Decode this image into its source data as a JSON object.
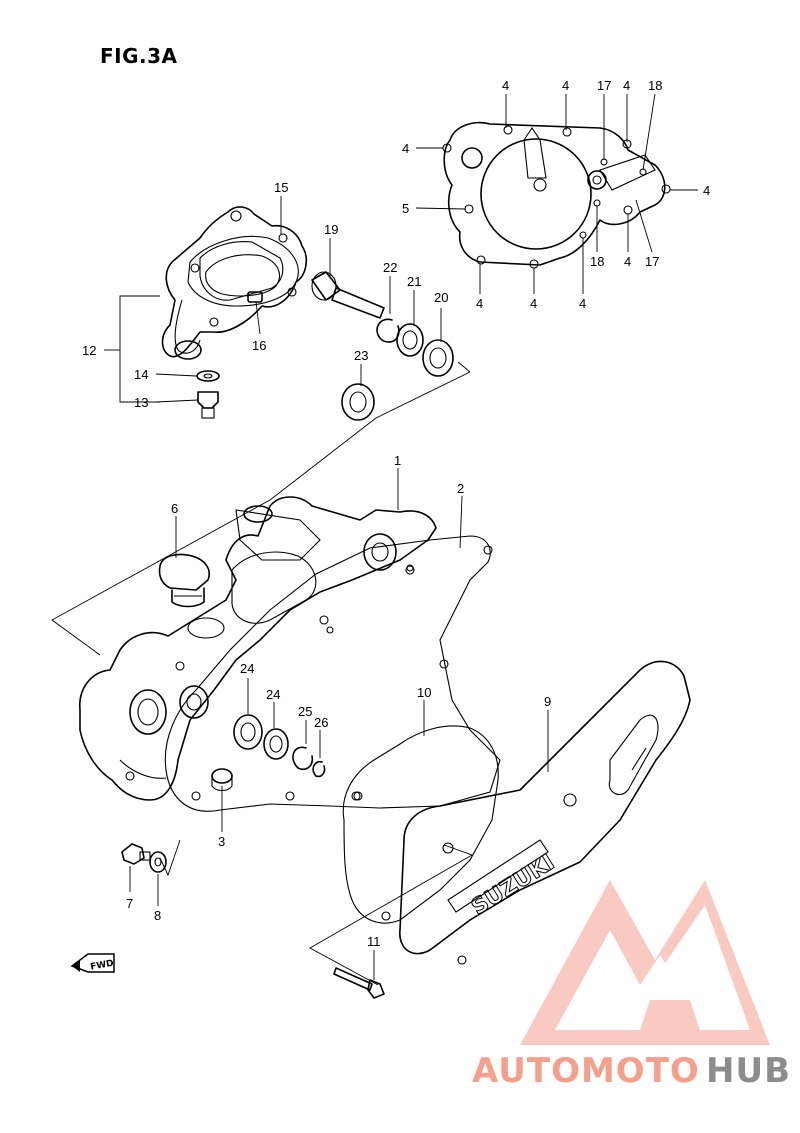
{
  "figure": {
    "title": "FIG.3A"
  },
  "callouts": {
    "n1": "1",
    "n2": "2",
    "n3": "3",
    "n4": "4",
    "n5": "5",
    "n6": "6",
    "n7": "7",
    "n8": "8",
    "n9": "9",
    "n10": "10",
    "n11": "11",
    "n12": "12",
    "n13": "13",
    "n14": "14",
    "n15": "15",
    "n16": "16",
    "n17": "17",
    "n18": "18",
    "n19": "19",
    "n20": "20",
    "n21": "21",
    "n22": "22",
    "n23": "23",
    "n24": "24",
    "n25": "25",
    "n26": "26"
  },
  "cover_marking": "SUZUKI",
  "fwd_label": "FWD",
  "watermark": {
    "part1": "AUTOMOTO",
    "part2": "HUB",
    "color_main": "#f5a08c",
    "color_hub": "#8c8c8c",
    "logo_color": "#f08070"
  },
  "colors": {
    "line": "#000000",
    "background": "#ffffff"
  }
}
